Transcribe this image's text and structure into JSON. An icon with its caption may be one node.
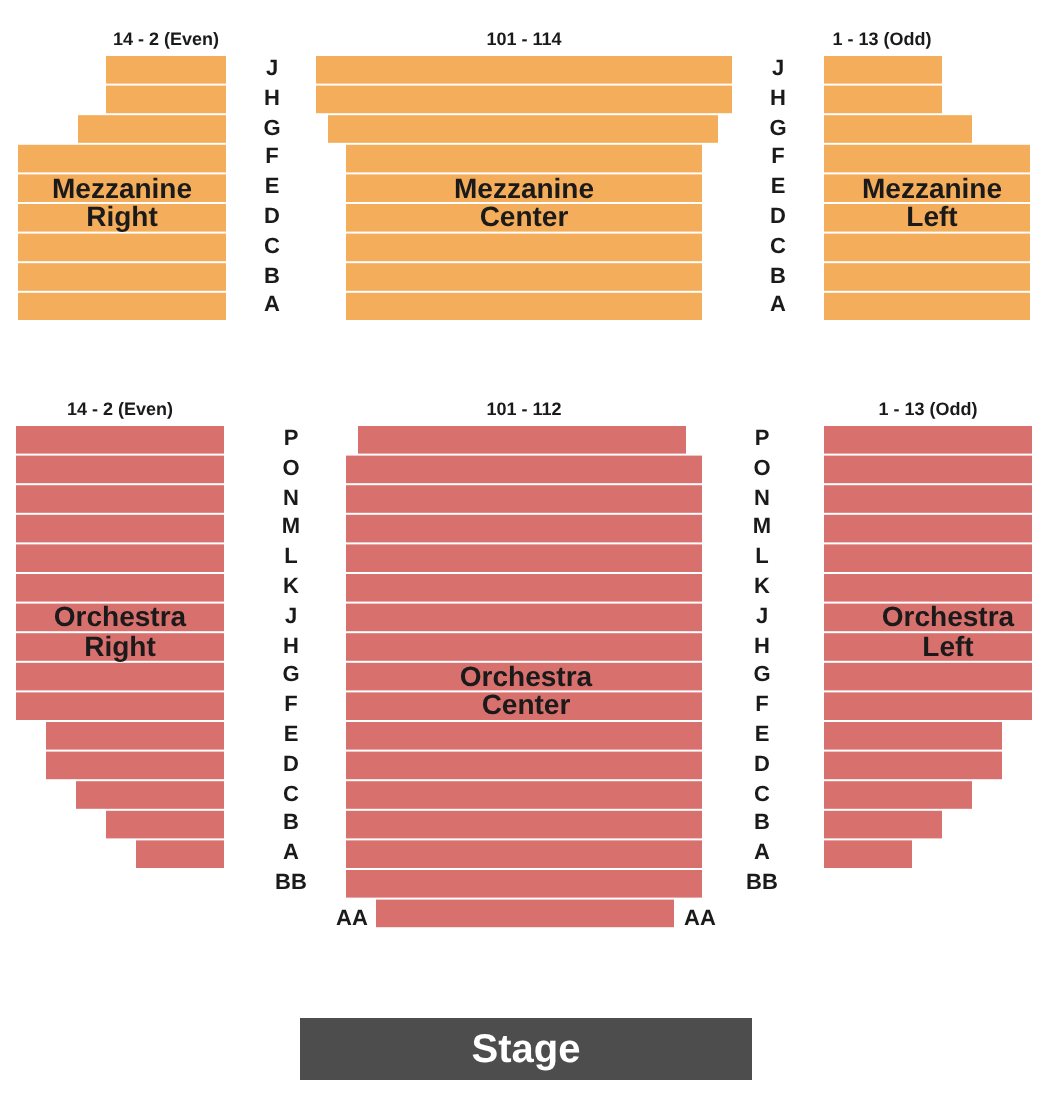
{
  "diagram": {
    "nodes": [
      {
        "text": [
          "Mezzanine Right"
        ],
        "beside": [
          "14 - 2 (Even)"
        ]
      },
      {
        "text": [
          "Mezzanine Center"
        ],
        "beside": [
          "101 - 114"
        ]
      },
      {
        "text": [
          "Mezzanine Left"
        ],
        "beside": [
          "1 - 13 (Odd)"
        ]
      },
      {
        "text": [
          "Orchestra Right"
        ],
        "beside": [
          "14 - 2 (Even)"
        ]
      },
      {
        "text": [
          "Orchestra Center"
        ],
        "beside": [
          "101 - 112"
        ]
      },
      {
        "text": [
          "Orchestra Left"
        ],
        "beside": [
          "1 - 13 (Odd)"
        ]
      },
      {
        "text": [
          "Stage"
        ]
      }
    ],
    "labels": [
      "J",
      "J",
      "H",
      "H",
      "G",
      "G",
      "F",
      "F",
      "E",
      "E",
      "D",
      "D",
      "C",
      "C",
      "B",
      "B",
      "A",
      "A",
      "P",
      "P",
      "O",
      "O",
      "N",
      "N",
      "M",
      "M",
      "L",
      "L",
      "K",
      "K",
      "J",
      "J",
      "H",
      "H",
      "G",
      "G",
      "F",
      "F",
      "E",
      "E",
      "D",
      "D",
      "C",
      "C",
      "B",
      "B",
      "A",
      "A",
      "BB",
      "BB",
      "AA",
      "AA"
    ]
  }
}
